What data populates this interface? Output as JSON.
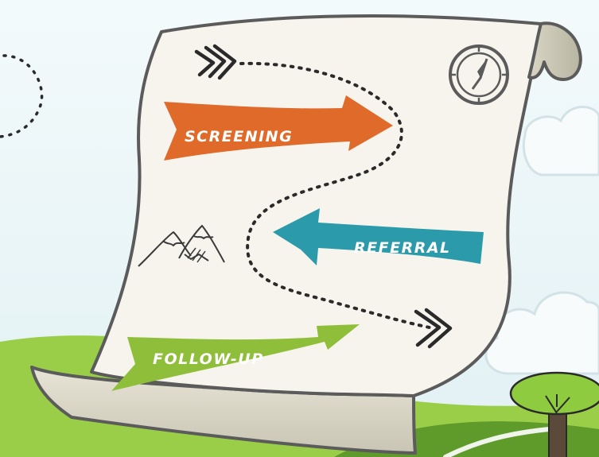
{
  "steps": [
    {
      "label": "SCREENING",
      "color": "#df6a2a",
      "direction": "right"
    },
    {
      "label": "REFERRAL",
      "color": "#2b9aaa",
      "direction": "left"
    },
    {
      "label": "FOLLOW-UP",
      "color": "#8fbf3a",
      "direction": "right"
    }
  ],
  "icons": {
    "start": "triple-chevron-icon",
    "end": "double-chevron-icon",
    "compass": "compass-icon",
    "mountains": "mountains-icon",
    "tree": "tree-icon"
  },
  "colors": {
    "sky": "#eaf5f7",
    "hill_light": "#9bce48",
    "hill_dark": "#5f9b2a",
    "parchment": "#f6f4ec",
    "parchment_edge": "#5b5b5b",
    "ink": "#2a2a2a"
  }
}
